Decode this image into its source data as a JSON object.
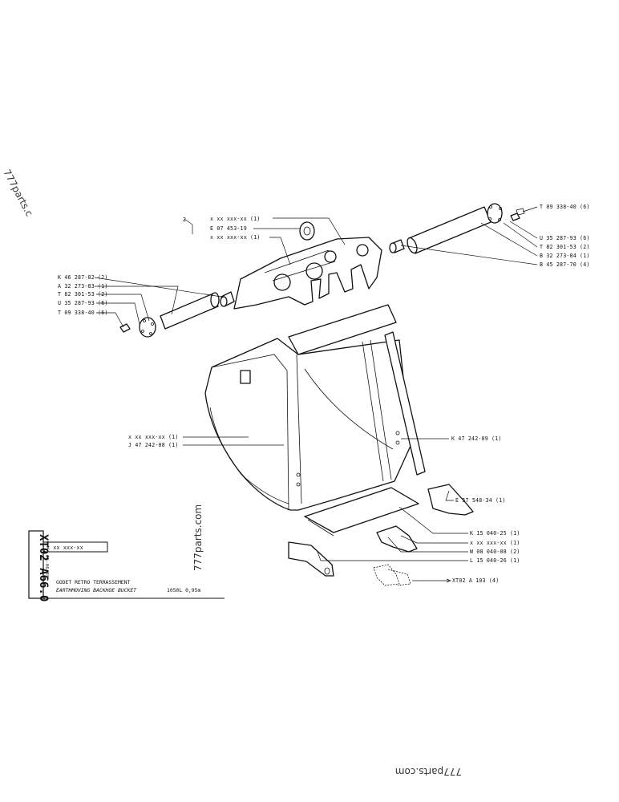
{
  "watermarks": {
    "top_left": "777parts.c",
    "middle": "777parts.com",
    "bottom": "777parts.com"
  },
  "title_block": {
    "drawing_code": "XT02 A66.0",
    "reference": "x xx xxx-xx",
    "date": "05-06-85",
    "title_fr": "GODET RETRO TERRASSEMENT",
    "title_en": "EARTHMOVING BACKHOE BUCKET",
    "spec": "1050L 0,95m"
  },
  "labels": {
    "group_qty": "2",
    "top_a": "x xx xxx-xx (1)",
    "top_b": "E 07 453-19",
    "top_c": "x xx xxx-xx (1)",
    "left_1": "K 46 287-82 (2)",
    "left_2": "A 32 273-83 (1)",
    "left_3": "T 82 301-53 (2)",
    "left_4": "U 35 287-93 (6)",
    "left_5": "T 09 338-40 (6)",
    "right_1": "T 09 338-40 (6)",
    "right_2": "U 35 287-93 (6)",
    "right_3": "T 82 301-53 (2)",
    "right_4": "B 32 273-84 (1)",
    "right_5": "B 45 287-70 (4)",
    "mid_1": "x xx xxx-xx (1)",
    "mid_2": "J 47 242-08 (1)",
    "side_1": "K 47 242-09 (1)",
    "teeth_1": "E 57 548-34 (1)",
    "teeth_2": "K 15 040-25 (1)",
    "teeth_3": "x xx xxx-xx (1)",
    "teeth_4": "W 08 040-08 (2)",
    "teeth_5": "L 15 040-26 (1)",
    "teeth_ref": "XT02  A 103  (4)"
  }
}
